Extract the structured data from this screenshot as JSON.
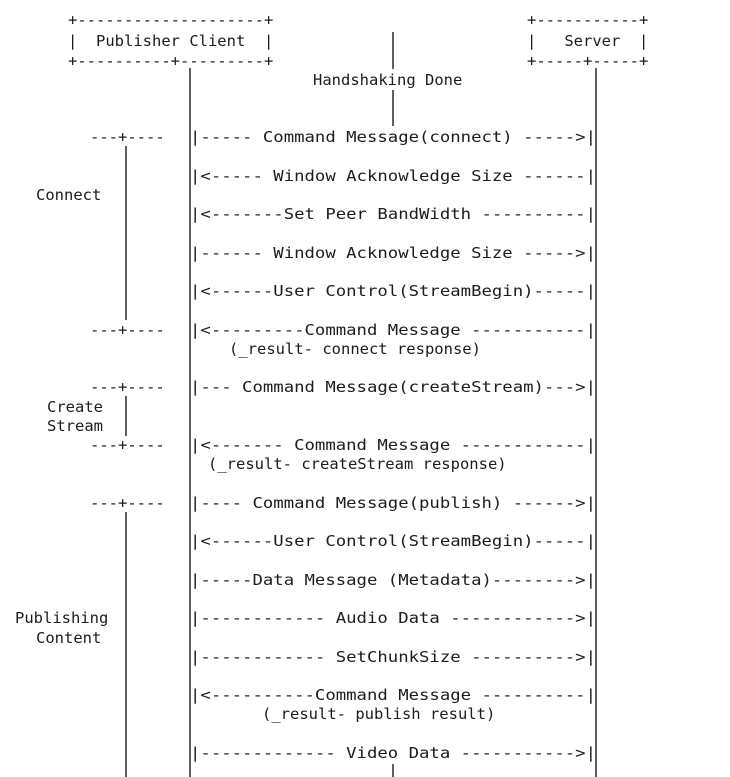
{
  "publisher_box": {
    "top": "+--------------------+",
    "label": "|  Publisher Client  |",
    "bottom": "+----------+---------+"
  },
  "server_box": {
    "top": "+-----------+",
    "label": "|   Server  |",
    "bottom": "+-----+-----+"
  },
  "handshaking": "Handshaking Done",
  "phases": {
    "connect": "Connect",
    "create_line1": "Create",
    "create_line2": "Stream",
    "publishing_line1": "Publishing",
    "publishing_line2": "Content"
  },
  "phase_marker": "---+----",
  "messages": [
    "|----- Command Message(connect) ----->|",
    "|<----- Window Acknowledge Size ------|",
    "|<-------Set Peer BandWidth ----------|",
    "|------ Window Acknowledge Size ----->|",
    "|<------User Control(StreamBegin)-----|",
    "|<---------Command Message -----------|",
    "|--- Command Message(createStream)--->|",
    "|<------- Command Message ------------|",
    "|---- Command Message(publish) ------>|",
    "|<------User Control(StreamBegin)-----|",
    "|-----Data Message (Metadata)-------->|",
    "|------------ Audio Data ------------>|",
    "|------------ SetChunkSize ---------->|",
    "|<----------Command Message ----------|",
    "|------------- Video Data ----------->|"
  ],
  "notes": [
    "(_result- connect response)",
    "(_result- createStream response)",
    "(_result- publish result)"
  ]
}
